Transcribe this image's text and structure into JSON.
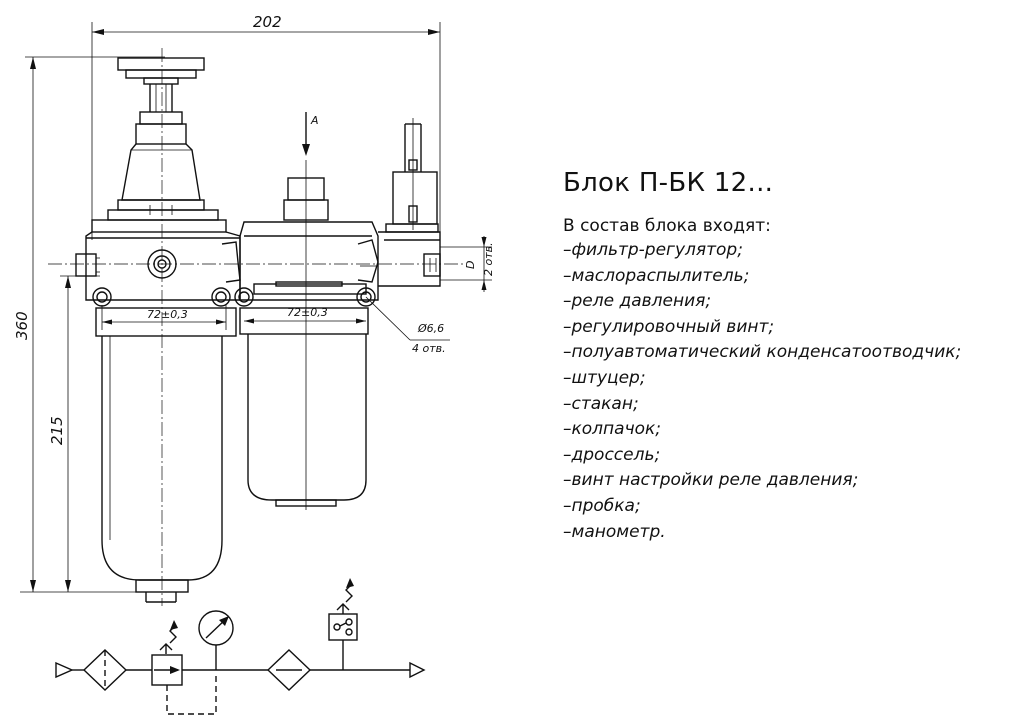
{
  "title": "Блок П-БК 12...",
  "intro": "В состав блока входят:",
  "items": [
    "–фильтр-регулятор;",
    "–маслораспылитель;",
    "–реле давления;",
    "–регулировочный винт;",
    "–полуавтоматический конденсатоотводчик;",
    "–штуцер;",
    "–стакан;",
    "–колпачок;",
    "–дроссель;",
    "–винт настройки реле давления;",
    "–пробка;",
    "–манометр."
  ],
  "dimensions": {
    "overall_width": "202",
    "overall_height": "360",
    "bowl_height": "215",
    "hole_spacing_left": "72±0,3",
    "hole_spacing_right": "72±0,3",
    "hole_diameter": "Ø6,6",
    "hole_count": "4 отв.",
    "port_label": "D",
    "port_count": "2 отв.",
    "view_arrow": "A"
  }
}
